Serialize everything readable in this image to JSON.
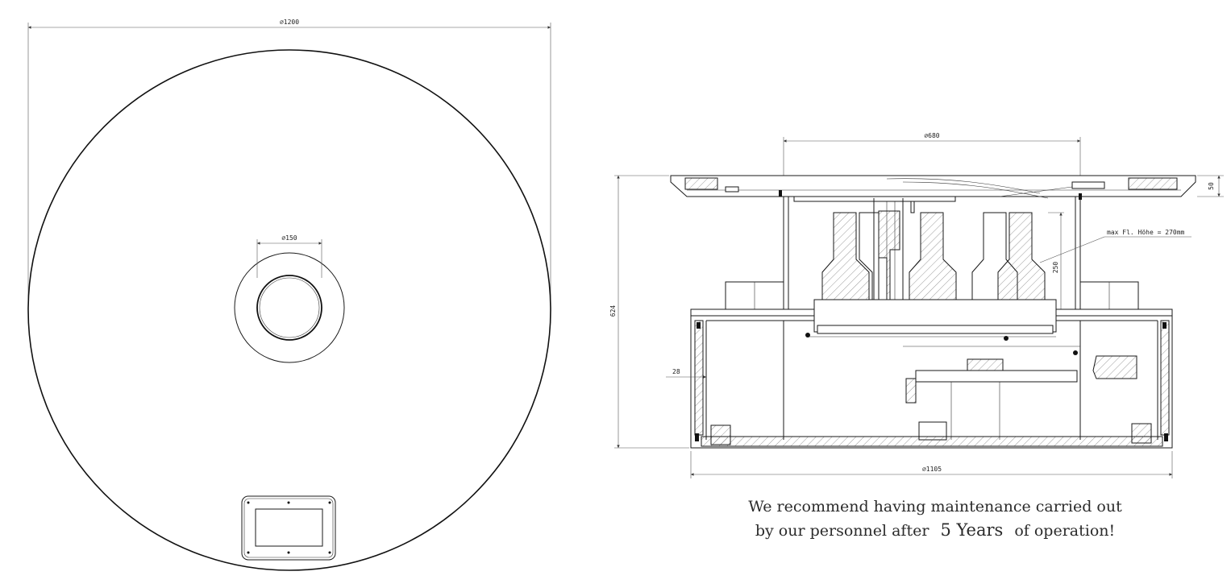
{
  "plan_view": {
    "outer_diameter_label": "⌀1200",
    "inner_diameter_label": "⌀150"
  },
  "section_view": {
    "top_diameter_label": "⌀680",
    "base_diameter_label": "⌀1105",
    "overall_height_label": "624",
    "plate_thickness_label": "50",
    "wall_offset_label": "28",
    "bottle_zone_height_label": "250",
    "max_height_note": "max Fl. Höhe = 270mm"
  },
  "maintenance_note": {
    "line1": "We recommend having maintenance carried out",
    "line2_prefix": "by our personnel after",
    "years": "5 Years",
    "line2_suffix": "of operation!"
  }
}
